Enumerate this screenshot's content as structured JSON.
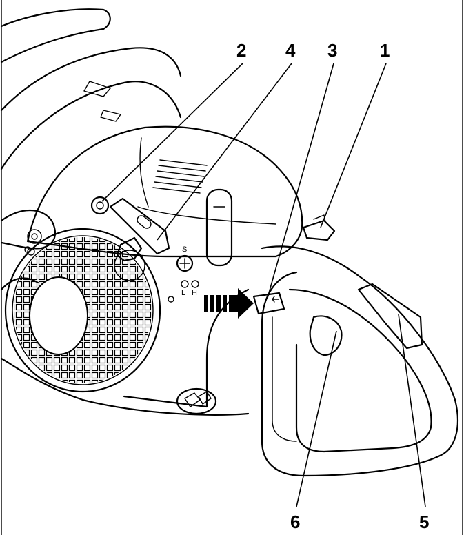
{
  "callouts": [
    {
      "id": "1",
      "label": "1"
    },
    {
      "id": "2",
      "label": "2"
    },
    {
      "id": "3",
      "label": "3"
    },
    {
      "id": "4",
      "label": "4"
    },
    {
      "id": "5",
      "label": "5"
    },
    {
      "id": "6",
      "label": "6"
    }
  ],
  "markings": {
    "s": "S",
    "l": "L",
    "h": "H"
  }
}
